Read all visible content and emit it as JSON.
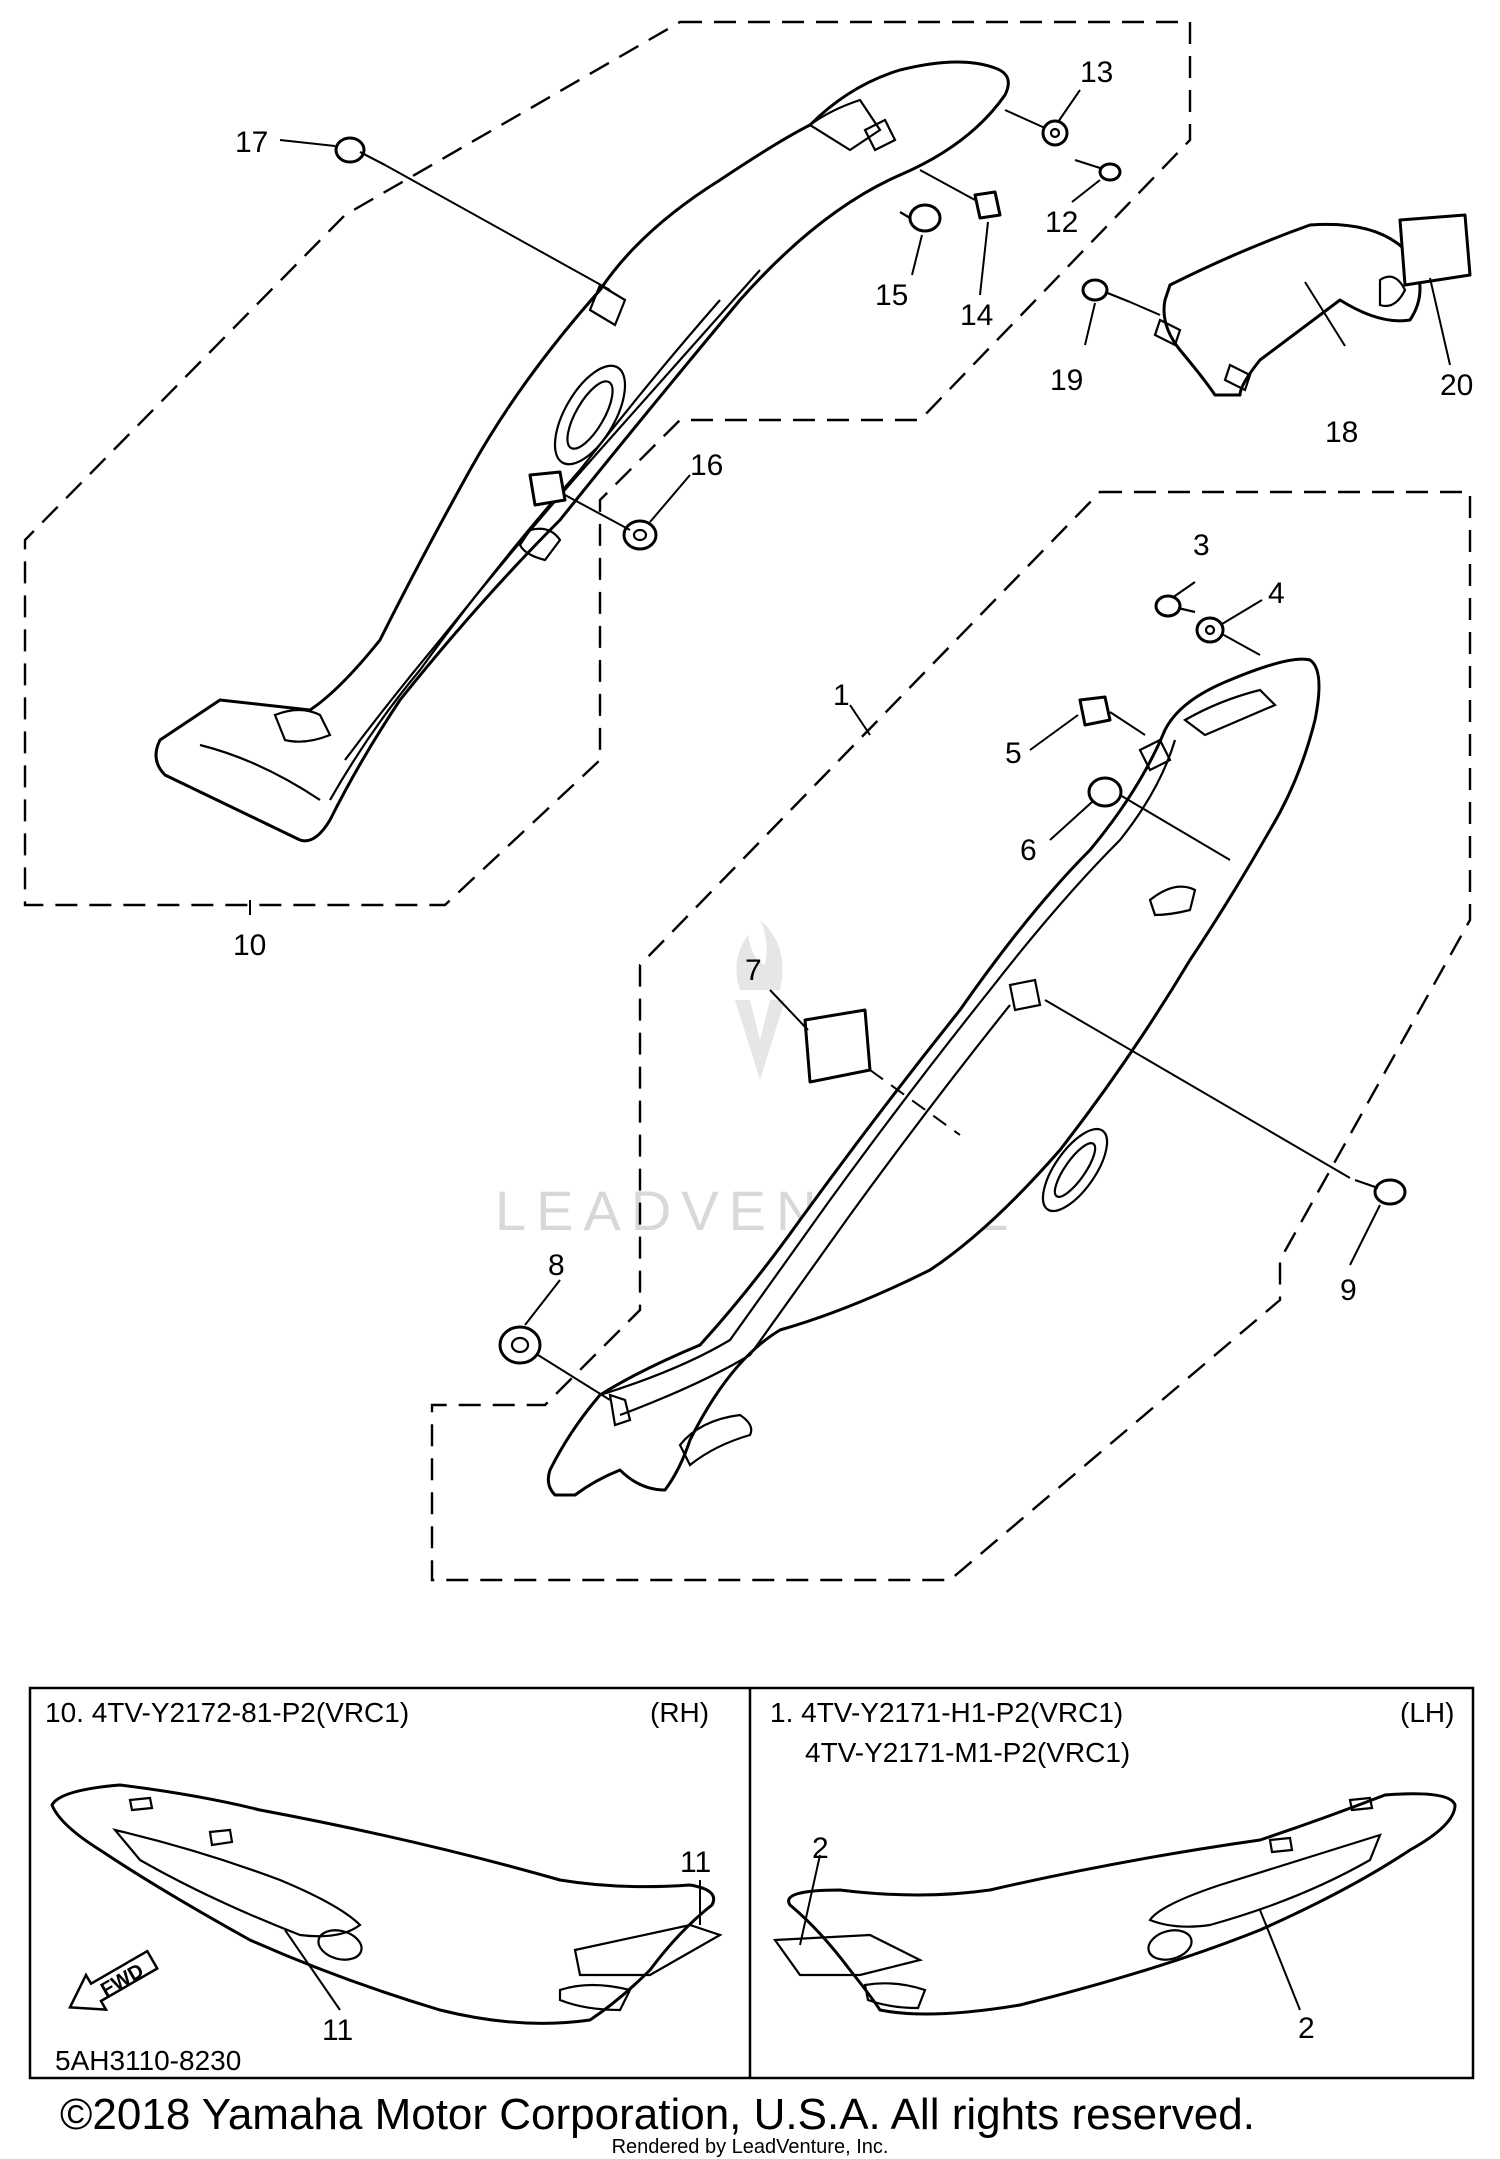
{
  "watermark": "LEADVENTURE",
  "callouts": [
    "1",
    "2",
    "3",
    "4",
    "5",
    "6",
    "7",
    "8",
    "9",
    "10",
    "11",
    "12",
    "13",
    "14",
    "15",
    "16",
    "17",
    "18",
    "19",
    "20"
  ],
  "inset_rh": {
    "heading": "10. 4TV-Y2172-81-P2(VRC1)",
    "side": "(RH)",
    "callout_a": "11",
    "callout_b": "11",
    "fwd": "FWD"
  },
  "inset_lh": {
    "heading_line1": "1. 4TV-Y2171-H1-P2(VRC1)",
    "heading_line2": "4TV-Y2171-M1-P2(VRC1)",
    "side": "(LH)",
    "callout_a": "2",
    "callout_b": "2"
  },
  "diagram_code": "5AH3110-8230",
  "copyright": "©2018 Yamaha Motor Corporation, U.S.A. All rights reserved.",
  "rendered_by": "Rendered by LeadVenture, Inc."
}
